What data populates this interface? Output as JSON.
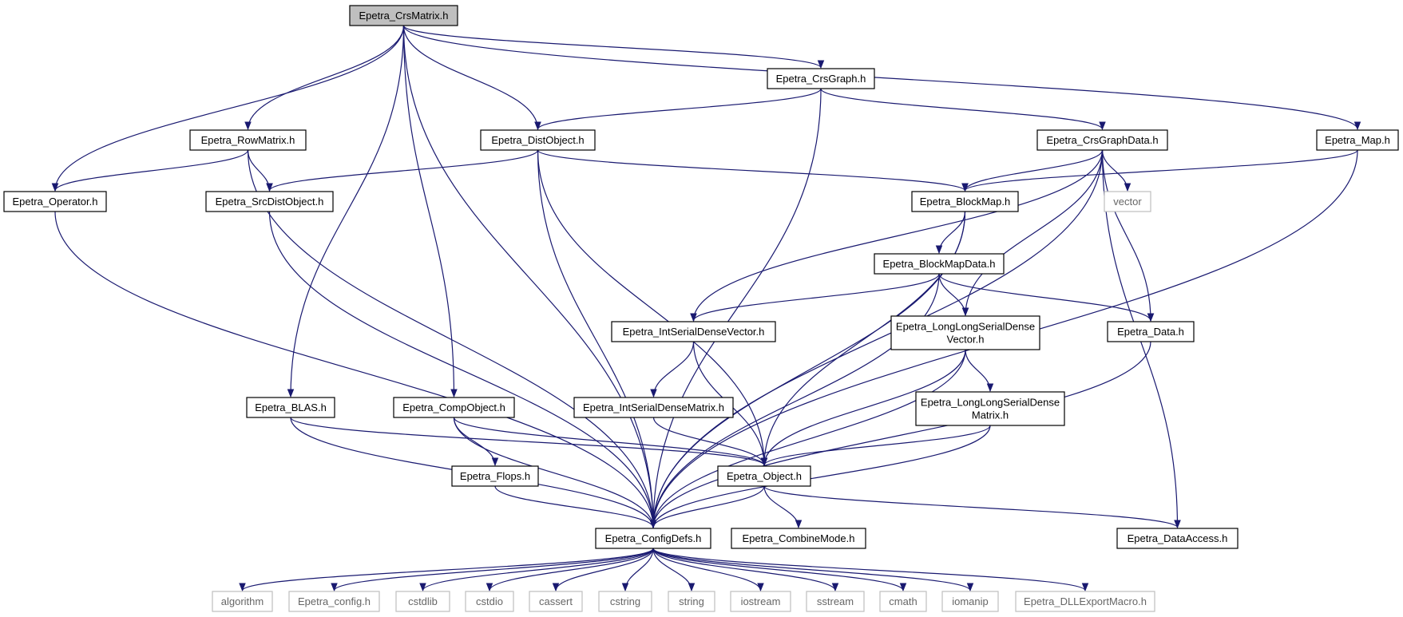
{
  "colors": {
    "edge": "#191970",
    "node_border": "#000000",
    "node_border_external": "#bfbfbf",
    "root_fill": "#bfbfbf",
    "node_fill": "#ffffff",
    "text": "#000000",
    "text_external": "#666666"
  },
  "nodes": [
    {
      "id": "n0",
      "label": "Epetra_CrsMatrix.h",
      "kind": "root"
    },
    {
      "id": "n1",
      "label": "Epetra_CrsGraph.h",
      "kind": "file"
    },
    {
      "id": "n2",
      "label": "Epetra_RowMatrix.h",
      "kind": "file"
    },
    {
      "id": "n3",
      "label": "Epetra_DistObject.h",
      "kind": "file"
    },
    {
      "id": "n4",
      "label": "Epetra_CrsGraphData.h",
      "kind": "file"
    },
    {
      "id": "n5",
      "label": "Epetra_Map.h",
      "kind": "file"
    },
    {
      "id": "n6",
      "label": "Epetra_Operator.h",
      "kind": "file"
    },
    {
      "id": "n7",
      "label": "Epetra_SrcDistObject.h",
      "kind": "file"
    },
    {
      "id": "n8",
      "label": "Epetra_BlockMap.h",
      "kind": "file"
    },
    {
      "id": "n9",
      "label": "vector",
      "kind": "external"
    },
    {
      "id": "n10",
      "label": "Epetra_BlockMapData.h",
      "kind": "file"
    },
    {
      "id": "n11",
      "label": "Epetra_IntSerialDenseVector.h",
      "kind": "file"
    },
    {
      "id": "n12",
      "label": "Epetra_LongLongSerialDense\nVector.h",
      "kind": "file"
    },
    {
      "id": "n13",
      "label": "Epetra_Data.h",
      "kind": "file"
    },
    {
      "id": "n14",
      "label": "Epetra_BLAS.h",
      "kind": "file"
    },
    {
      "id": "n15",
      "label": "Epetra_CompObject.h",
      "kind": "file"
    },
    {
      "id": "n16",
      "label": "Epetra_IntSerialDenseMatrix.h",
      "kind": "file"
    },
    {
      "id": "n17",
      "label": "Epetra_LongLongSerialDense\nMatrix.h",
      "kind": "file"
    },
    {
      "id": "n18",
      "label": "Epetra_Flops.h",
      "kind": "file"
    },
    {
      "id": "n19",
      "label": "Epetra_Object.h",
      "kind": "file"
    },
    {
      "id": "n20",
      "label": "Epetra_ConfigDefs.h",
      "kind": "file"
    },
    {
      "id": "n21",
      "label": "Epetra_CombineMode.h",
      "kind": "file"
    },
    {
      "id": "n22",
      "label": "Epetra_DataAccess.h",
      "kind": "file"
    },
    {
      "id": "n23",
      "label": "algorithm",
      "kind": "external"
    },
    {
      "id": "n24",
      "label": "Epetra_config.h",
      "kind": "external"
    },
    {
      "id": "n25",
      "label": "cstdlib",
      "kind": "external"
    },
    {
      "id": "n26",
      "label": "cstdio",
      "kind": "external"
    },
    {
      "id": "n27",
      "label": "cassert",
      "kind": "external"
    },
    {
      "id": "n28",
      "label": "cstring",
      "kind": "external"
    },
    {
      "id": "n29",
      "label": "string",
      "kind": "external"
    },
    {
      "id": "n30",
      "label": "iostream",
      "kind": "external"
    },
    {
      "id": "n31",
      "label": "sstream",
      "kind": "external"
    },
    {
      "id": "n32",
      "label": "cmath",
      "kind": "external"
    },
    {
      "id": "n33",
      "label": "iomanip",
      "kind": "external"
    },
    {
      "id": "n34",
      "label": "Epetra_DLLExportMacro.h",
      "kind": "external"
    }
  ],
  "edges": [
    [
      "n0",
      "n6"
    ],
    [
      "n0",
      "n20"
    ],
    [
      "n0",
      "n2"
    ],
    [
      "n0",
      "n14"
    ],
    [
      "n0",
      "n15"
    ],
    [
      "n0",
      "n3"
    ],
    [
      "n0",
      "n1"
    ],
    [
      "n0",
      "n5"
    ],
    [
      "n1",
      "n3"
    ],
    [
      "n1",
      "n4"
    ],
    [
      "n1",
      "n20"
    ],
    [
      "n2",
      "n6"
    ],
    [
      "n2",
      "n7"
    ],
    [
      "n2",
      "n20"
    ],
    [
      "n3",
      "n7"
    ],
    [
      "n3",
      "n8"
    ],
    [
      "n3",
      "n19"
    ],
    [
      "n3",
      "n20"
    ],
    [
      "n4",
      "n8"
    ],
    [
      "n4",
      "n9"
    ],
    [
      "n4",
      "n11"
    ],
    [
      "n4",
      "n12"
    ],
    [
      "n4",
      "n13"
    ],
    [
      "n4",
      "n20"
    ],
    [
      "n4",
      "n22"
    ],
    [
      "n5",
      "n8"
    ],
    [
      "n5",
      "n20"
    ],
    [
      "n6",
      "n20"
    ],
    [
      "n7",
      "n20"
    ],
    [
      "n8",
      "n10"
    ],
    [
      "n8",
      "n19"
    ],
    [
      "n8",
      "n20"
    ],
    [
      "n10",
      "n11"
    ],
    [
      "n10",
      "n12"
    ],
    [
      "n10",
      "n13"
    ],
    [
      "n10",
      "n20"
    ],
    [
      "n11",
      "n16"
    ],
    [
      "n11",
      "n19"
    ],
    [
      "n12",
      "n17"
    ],
    [
      "n12",
      "n19"
    ],
    [
      "n12",
      "n20"
    ],
    [
      "n13",
      "n20"
    ],
    [
      "n14",
      "n19"
    ],
    [
      "n14",
      "n20"
    ],
    [
      "n15",
      "n18"
    ],
    [
      "n15",
      "n19"
    ],
    [
      "n15",
      "n20"
    ],
    [
      "n16",
      "n19"
    ],
    [
      "n17",
      "n19"
    ],
    [
      "n17",
      "n20"
    ],
    [
      "n18",
      "n20"
    ],
    [
      "n19",
      "n20"
    ],
    [
      "n19",
      "n21"
    ],
    [
      "n19",
      "n22"
    ],
    [
      "n20",
      "n23"
    ],
    [
      "n20",
      "n24"
    ],
    [
      "n20",
      "n25"
    ],
    [
      "n20",
      "n26"
    ],
    [
      "n20",
      "n27"
    ],
    [
      "n20",
      "n28"
    ],
    [
      "n20",
      "n29"
    ],
    [
      "n20",
      "n30"
    ],
    [
      "n20",
      "n31"
    ],
    [
      "n20",
      "n32"
    ],
    [
      "n20",
      "n33"
    ],
    [
      "n20",
      "n34"
    ]
  ]
}
